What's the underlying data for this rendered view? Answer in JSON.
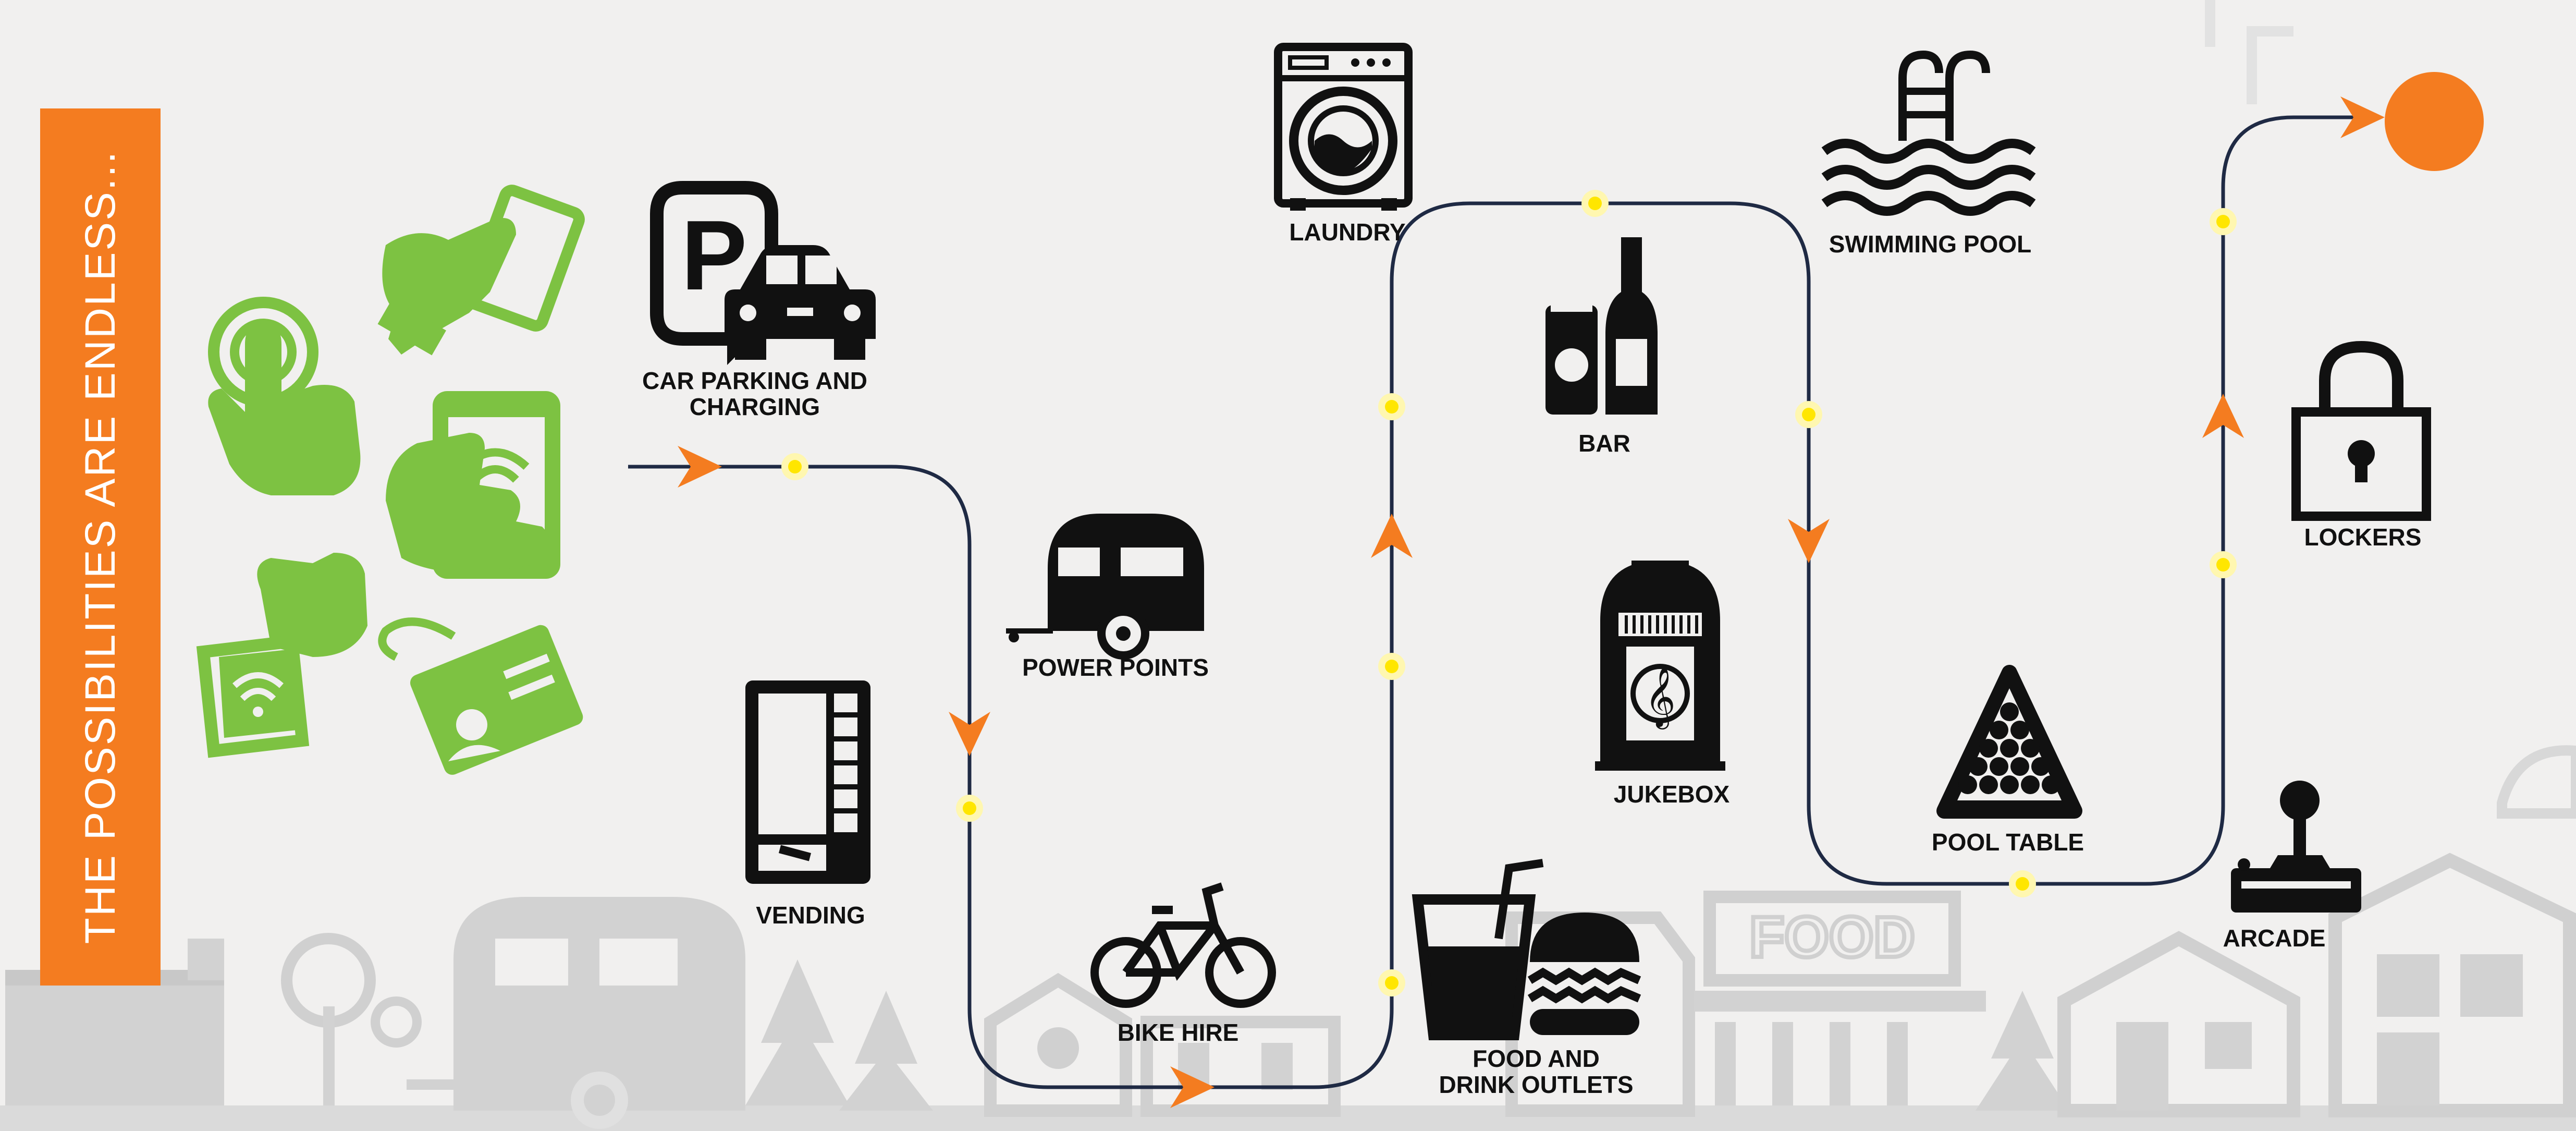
{
  "banner": {
    "text": "THE POSSIBILITIES ARE ENDLESS..."
  },
  "colors": {
    "background": "#f1f0ef",
    "accent_orange": "#f47c20",
    "accent_green": "#7dc242",
    "path_stroke": "#1f2a44",
    "node_yellow": "#ffe600",
    "ground_gray": "#cfcfcf",
    "icon_black": "#111111"
  },
  "payment_methods": [
    {
      "icon": "card-tap-hand-icon"
    },
    {
      "icon": "touch-hand-icon"
    },
    {
      "icon": "phone-nfc-icon"
    },
    {
      "icon": "wristband-icon"
    },
    {
      "icon": "id-card-icon"
    }
  ],
  "stops": [
    {
      "id": "car-parking",
      "label_lines": [
        "CAR PARKING AND",
        "CHARGING"
      ],
      "icon": "car-parking-icon"
    },
    {
      "id": "power-points",
      "label_lines": [
        "POWER POINTS"
      ],
      "icon": "caravan-icon"
    },
    {
      "id": "vending",
      "label_lines": [
        "VENDING"
      ],
      "icon": "vending-machine-icon"
    },
    {
      "id": "bike-hire",
      "label_lines": [
        "BIKE HIRE"
      ],
      "icon": "bicycle-icon"
    },
    {
      "id": "food-drink",
      "label_lines": [
        "FOOD AND",
        "DRINK OUTLETS"
      ],
      "icon": "drink-burger-icon"
    },
    {
      "id": "laundry",
      "label_lines": [
        "LAUNDRY"
      ],
      "icon": "washing-machine-icon"
    },
    {
      "id": "bar",
      "label_lines": [
        "BAR"
      ],
      "icon": "bottle-can-icon"
    },
    {
      "id": "jukebox",
      "label_lines": [
        "JUKEBOX"
      ],
      "icon": "jukebox-icon"
    },
    {
      "id": "swimming-pool",
      "label_lines": [
        "SWIMMING POOL"
      ],
      "icon": "pool-ladder-icon"
    },
    {
      "id": "pool-table",
      "label_lines": [
        "POOL TABLE"
      ],
      "icon": "billiard-rack-icon"
    },
    {
      "id": "lockers",
      "label_lines": [
        "LOCKERS"
      ],
      "icon": "padlock-icon"
    },
    {
      "id": "arcade",
      "label_lines": [
        "ARCADE"
      ],
      "icon": "joystick-icon"
    }
  ],
  "background_sign": {
    "text": "FOOD"
  },
  "route": {
    "start_arrow": "orange-arrow",
    "end_marker": "orange-circle"
  }
}
